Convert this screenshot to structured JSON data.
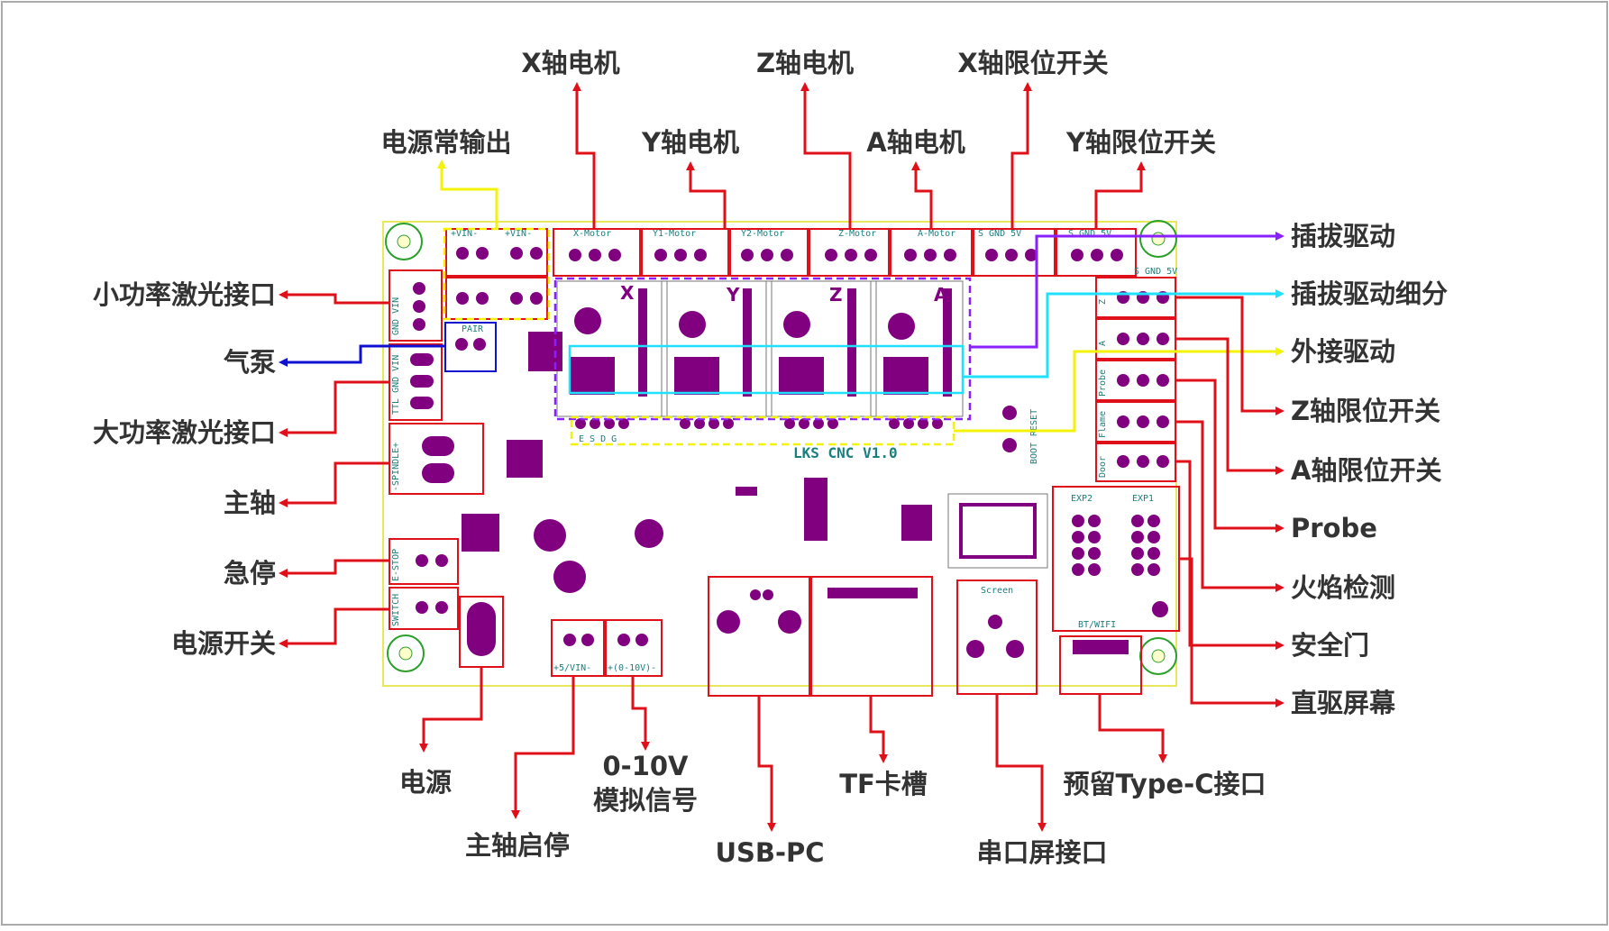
{
  "colors": {
    "arrow_red": "#e0101a",
    "arrow_yellow": "#f2f20a",
    "arrow_blue": "#1010d0",
    "arrow_purple": "#8a20ff",
    "arrow_cyan": "#20e0ff",
    "pcb_outline": "#e8e85a",
    "pad": "#800080",
    "silk": "#1a7f7f",
    "label": "#333333"
  },
  "board": {
    "title": "LKS CNC V1.0",
    "axes": [
      "X",
      "Y",
      "Z",
      "A"
    ],
    "connectors": {
      "j18": "+VIN-",
      "j13": "+VIN-",
      "j27": "X-Motor",
      "j29": "Y1-Motor",
      "j28": "Y2-Motor",
      "j30": "Z-Motor",
      "j16": "A-Motor",
      "j9": "S GND 5V",
      "j10": "S GND 5V",
      "j11": "S GND 5V",
      "j4": "GND VIN",
      "j23": "PAIR",
      "ttl": "TTL GND VIN",
      "j7": "-SPINDLE+",
      "j3": "E-STOP",
      "j6": "SWITCH",
      "j38": "+5/VIN-",
      "j39": "+(0-10V)-",
      "screen": "Screen",
      "exp2": "EXP2",
      "exp1": "EXP1",
      "btwifi": "BT/WIFI",
      "z": "Z",
      "a": "A",
      "probe": "Probe",
      "flame": "Flame",
      "door": "Door",
      "reset": "RESET",
      "boot": "BOOT",
      "esdg": "E S D G"
    }
  },
  "labels": {
    "x_motor": "X轴电机",
    "z_motor": "Z轴电机",
    "x_limit": "X轴限位开关",
    "power_out": "电源常输出",
    "y_motor": "Y轴电机",
    "a_motor": "A轴电机",
    "y_limit": "Y轴限位开关",
    "plug_driver": "插拔驱动",
    "plug_driver_microstep": "插拔驱动细分",
    "ext_driver": "外接驱动",
    "z_limit": "Z轴限位开关",
    "a_limit": "A轴限位开关",
    "probe": "Probe",
    "flame": "火焰检测",
    "door": "安全门",
    "direct_screen": "直驱屏幕",
    "low_laser": "小功率激光接口",
    "air_pump": "气泵",
    "high_laser": "大功率激光接口",
    "spindle": "主轴",
    "estop": "急停",
    "power_switch": "电源开关",
    "power": "电源",
    "spindle_start": "主轴启停",
    "analog_1": "0-10V",
    "analog_2": "模拟信号",
    "usb_pc": "USB-PC",
    "tf": "TF卡槽",
    "serial_screen": "串口屏接口",
    "typec": "预留Type-C接口"
  }
}
